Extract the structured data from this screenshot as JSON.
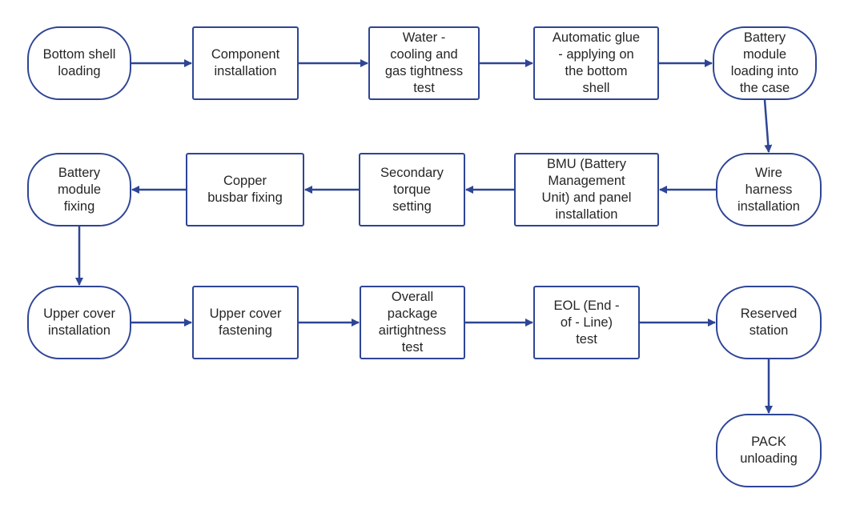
{
  "colors": {
    "stroke": "#2e4596",
    "text": "#262626",
    "background": "#ffffff"
  },
  "nodes": {
    "n1": {
      "label": "Bottom shell\nloading",
      "shape": "rounded"
    },
    "n2": {
      "label": "Component\ninstallation",
      "shape": "rect"
    },
    "n3": {
      "label": "Water -\ncooling and\ngas tightness\ntest",
      "shape": "rect"
    },
    "n4": {
      "label": "Automatic glue\n- applying on\nthe bottom\nshell",
      "shape": "rect"
    },
    "n5": {
      "label": "Battery\nmodule\nloading into\nthe case",
      "shape": "rounded"
    },
    "n6": {
      "label": "Wire\nharness\ninstallation",
      "shape": "rounded"
    },
    "n7": {
      "label": "BMU (Battery\nManagement\nUnit) and panel\ninstallation",
      "shape": "rect"
    },
    "n8": {
      "label": "Secondary\ntorque\nsetting",
      "shape": "rect"
    },
    "n9": {
      "label": "Copper\nbusbar fixing",
      "shape": "rect"
    },
    "n10": {
      "label": "Battery\nmodule\nfixing",
      "shape": "rounded"
    },
    "n11": {
      "label": "Upper cover\ninstallation",
      "shape": "rounded"
    },
    "n12": {
      "label": "Upper cover\nfastening",
      "shape": "rect"
    },
    "n13": {
      "label": "Overall\npackage\nairtightness\ntest",
      "shape": "rect"
    },
    "n14": {
      "label": "EOL (End -\nof - Line)\ntest",
      "shape": "rect"
    },
    "n15": {
      "label": "Reserved\nstation",
      "shape": "rounded"
    },
    "n16": {
      "label": "PACK\nunloading",
      "shape": "rounded"
    }
  },
  "edges": [
    [
      "n1",
      "n2"
    ],
    [
      "n2",
      "n3"
    ],
    [
      "n3",
      "n4"
    ],
    [
      "n4",
      "n5"
    ],
    [
      "n5",
      "n6"
    ],
    [
      "n6",
      "n7"
    ],
    [
      "n7",
      "n8"
    ],
    [
      "n8",
      "n9"
    ],
    [
      "n9",
      "n10"
    ],
    [
      "n10",
      "n11"
    ],
    [
      "n11",
      "n12"
    ],
    [
      "n12",
      "n13"
    ],
    [
      "n13",
      "n14"
    ],
    [
      "n14",
      "n15"
    ],
    [
      "n15",
      "n16"
    ]
  ]
}
